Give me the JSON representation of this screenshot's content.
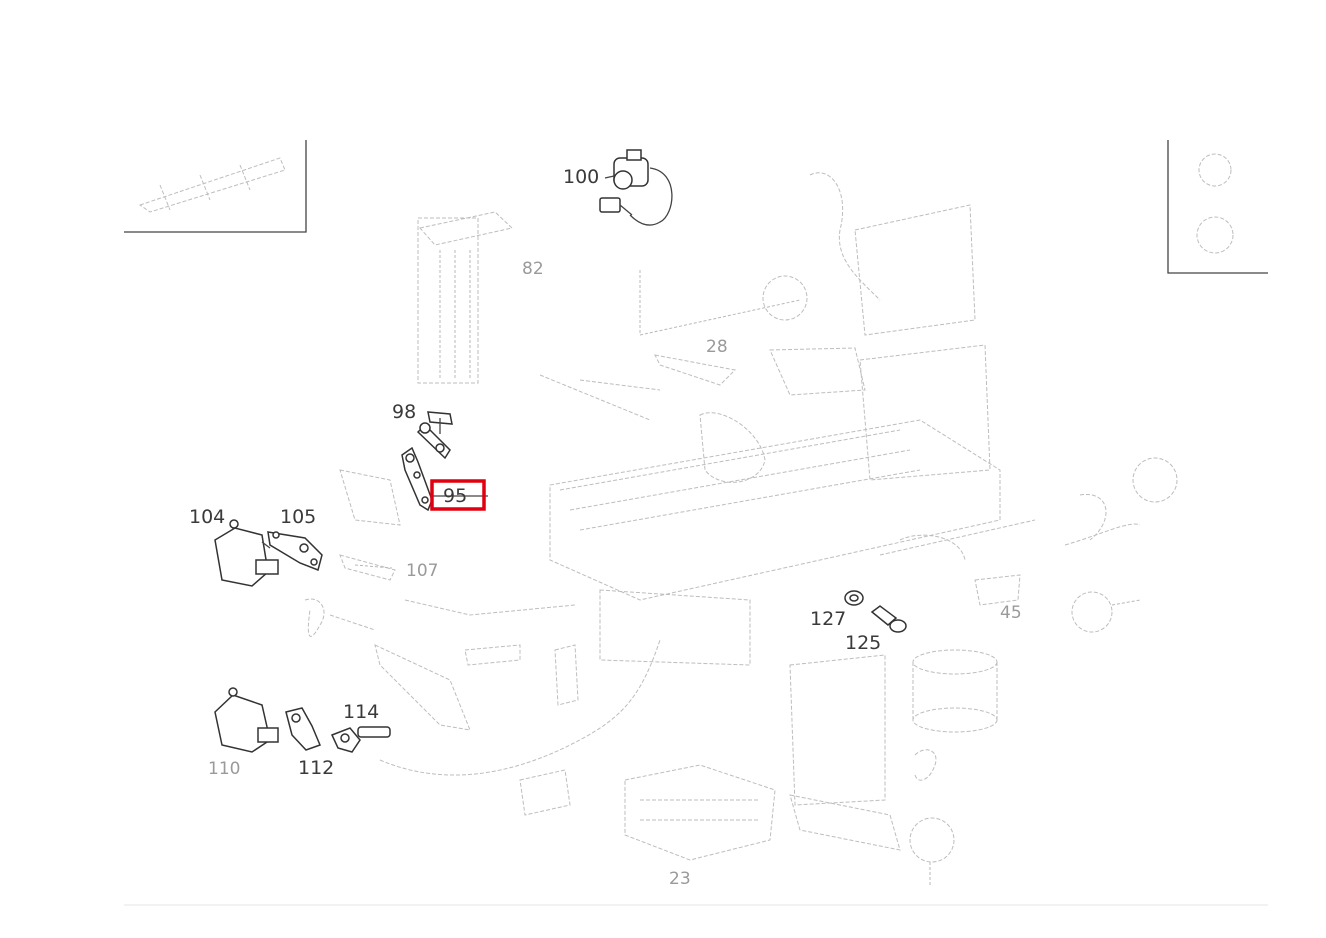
{
  "diagram": {
    "highlighted_label": "95",
    "labels": [
      {
        "id": "100",
        "text": "100"
      },
      {
        "id": "98",
        "text": "98"
      },
      {
        "id": "95",
        "text": "95"
      },
      {
        "id": "104",
        "text": "104"
      },
      {
        "id": "105",
        "text": "105"
      },
      {
        "id": "107",
        "text": "107"
      },
      {
        "id": "114",
        "text": "114"
      },
      {
        "id": "112",
        "text": "112"
      },
      {
        "id": "110",
        "text": "110"
      },
      {
        "id": "127",
        "text": "127"
      },
      {
        "id": "125",
        "text": "125"
      },
      {
        "id": "82",
        "text": "82"
      },
      {
        "id": "28",
        "text": "28"
      },
      {
        "id": "23",
        "text": "23"
      },
      {
        "id": "45",
        "text": "45"
      }
    ],
    "colors": {
      "highlight": "#e0000f",
      "line": "#333333",
      "faint": "#bdbdbd"
    }
  }
}
